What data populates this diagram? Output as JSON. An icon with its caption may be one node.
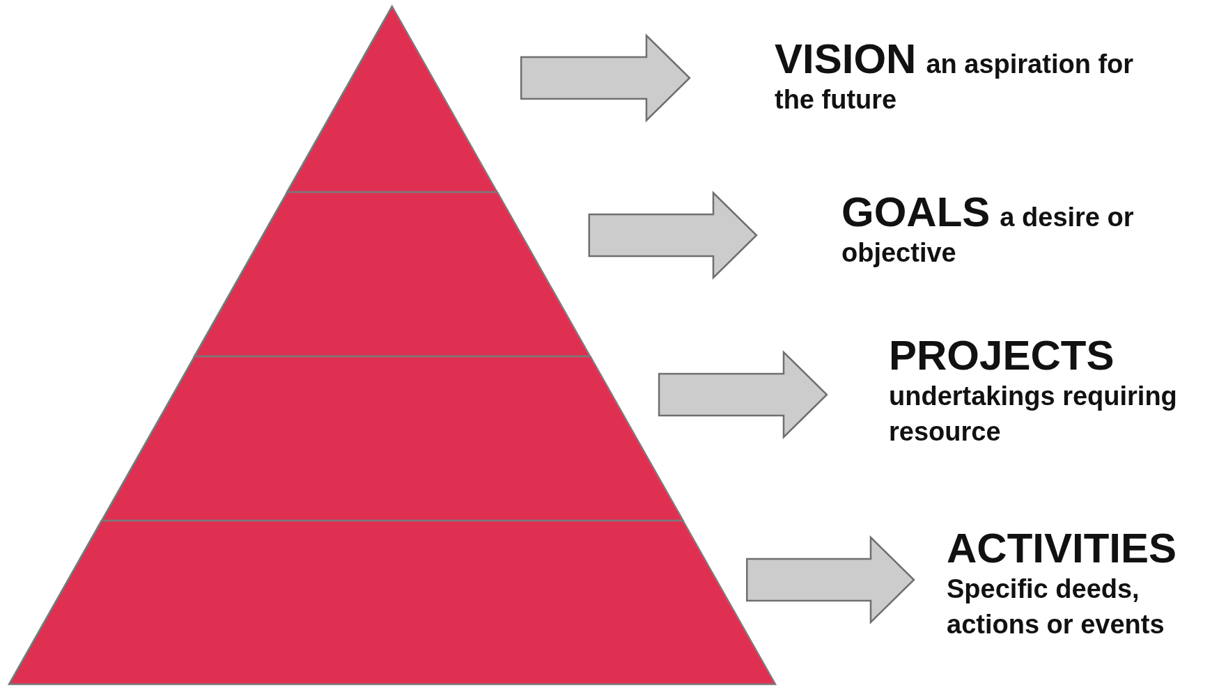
{
  "diagram": {
    "nodes": [
      {
        "text": [],
        "shape": "triangle"
      },
      {
        "text": [],
        "shape": "trapezoid"
      },
      {
        "text": [],
        "shape": "trapezoid"
      },
      {
        "text": [],
        "shape": "trapezoid"
      },
      {
        "text": [
          "VISION",
          "an aspiration for the future"
        ]
      },
      {
        "text": [
          "GOALS",
          "a desire or objective"
        ]
      },
      {
        "text": [
          "PROJECTS",
          "undertakings requiring resource"
        ]
      },
      {
        "text": [
          "ACTIVITIES",
          "Specific deeds, actions or events"
        ]
      }
    ],
    "edges": [
      {
        "from": 0,
        "to": 4,
        "arrow": "to"
      },
      {
        "from": 1,
        "to": 5,
        "arrow": "to"
      },
      {
        "from": 2,
        "to": 6,
        "arrow": "to"
      },
      {
        "from": 3,
        "to": 7,
        "arrow": "to"
      }
    ]
  }
}
